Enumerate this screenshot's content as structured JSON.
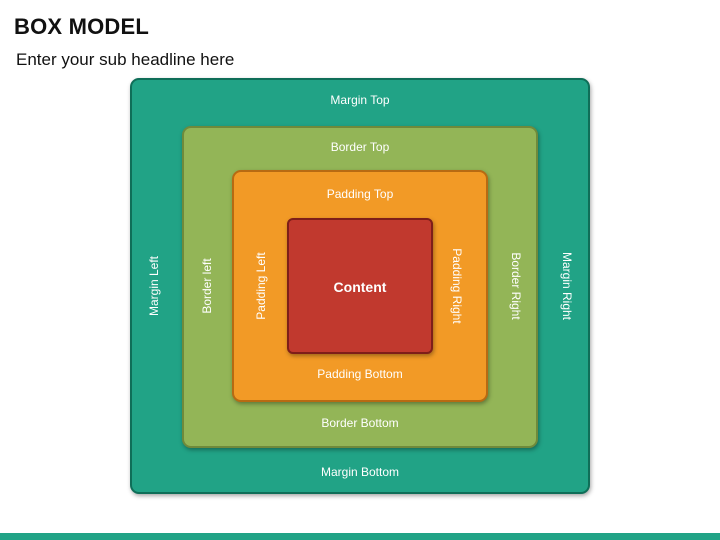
{
  "header": {
    "title": "BOX MODEL",
    "subtitle": "Enter your sub headline here"
  },
  "diagram": {
    "margin": {
      "color": "#21a386",
      "top": "Margin Top",
      "bottom": "Margin Bottom",
      "left": "Margin Left",
      "right": "Margin Right"
    },
    "border": {
      "color": "#93b557",
      "top": "Border Top",
      "bottom": "Border Bottom",
      "left": "Border left",
      "right": "Border Right"
    },
    "padding": {
      "color": "#f29a26",
      "top": "Padding Top",
      "bottom": "Padding Bottom",
      "left": "Padding Left",
      "right": "Padding Right"
    },
    "content": {
      "color": "#c1392e",
      "label": "Content"
    }
  },
  "footer": {
    "accent_color": "#21a386"
  }
}
